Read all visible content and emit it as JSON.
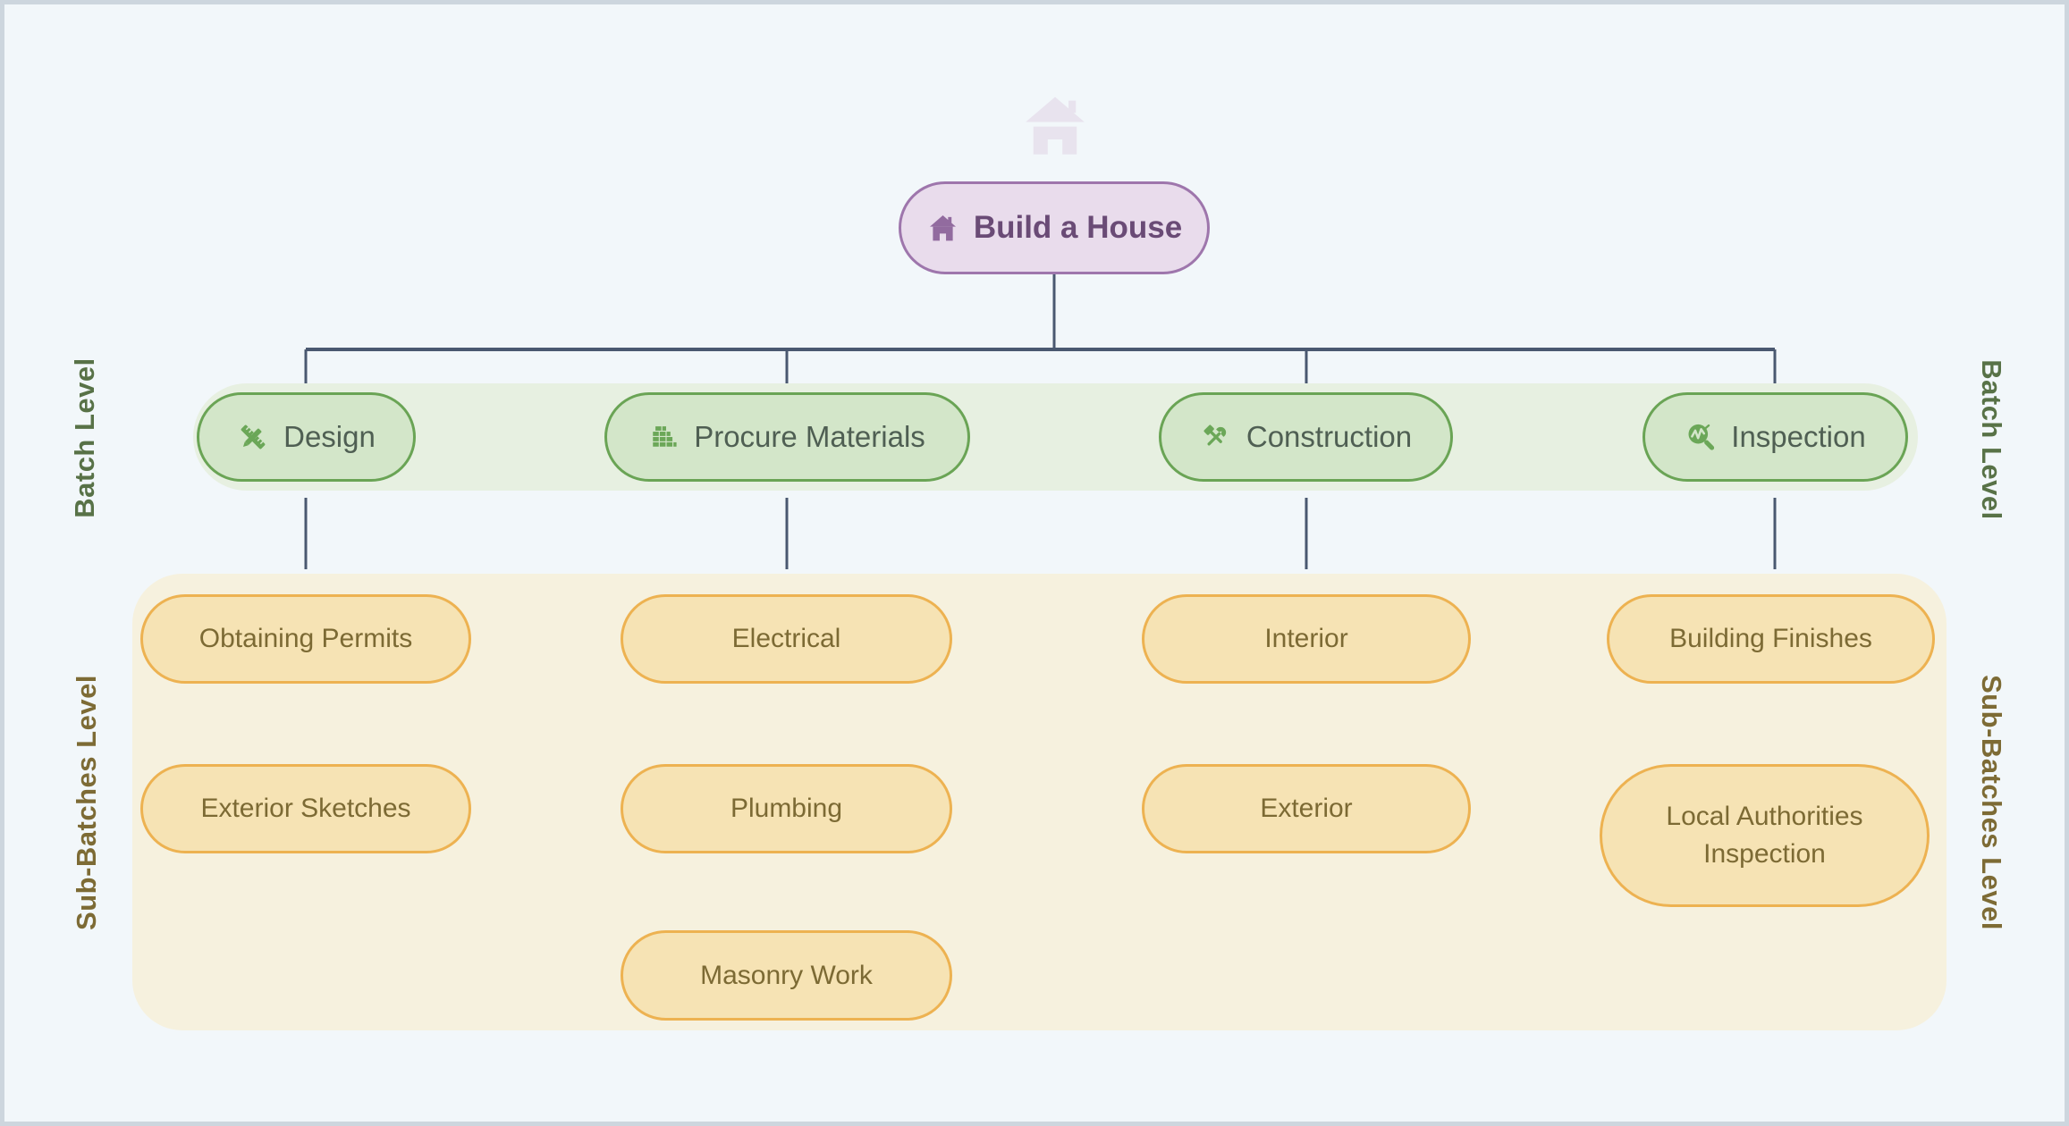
{
  "root": {
    "label": "Build a House",
    "icon": "home-icon"
  },
  "levels": {
    "batch": {
      "left": "Batch Level",
      "right": "Batch Level"
    },
    "sub": {
      "left": "Sub-Batches Level",
      "right": "Sub-Batches Level"
    }
  },
  "batches": [
    {
      "label": "Design",
      "icon": "design-tools-icon"
    },
    {
      "label": "Procure Materials",
      "icon": "bricks-icon"
    },
    {
      "label": "Construction",
      "icon": "hammer-wrench-icon"
    },
    {
      "label": "Inspection",
      "icon": "search-chart-icon"
    }
  ],
  "sub_batches": [
    {
      "batch": "Design",
      "items": [
        "Obtaining Permits",
        "Exterior Sketches"
      ]
    },
    {
      "batch": "Procure Materials",
      "items": [
        "Electrical",
        "Plumbing",
        "Masonry Work"
      ]
    },
    {
      "batch": "Construction",
      "items": [
        "Interior",
        "Exterior"
      ]
    },
    {
      "batch": "Inspection",
      "items": [
        "Building Finishes",
        "Local Authorities Inspection"
      ]
    }
  ],
  "dependencies": [
    {
      "from": "Electrical",
      "to": "Interior",
      "style": "dashed-arrow"
    },
    {
      "from": "Plumbing",
      "to": "Interior",
      "style": "dashed-arrow"
    },
    {
      "from": "Masonry Work",
      "to": "Interior",
      "style": "dashed-arrow"
    }
  ],
  "colors": {
    "page_background": "#f2f7fa",
    "page_border": "#cdd6de",
    "connector": "#4a5870",
    "root_fill": "#e9dcec",
    "root_border": "#9e76ac",
    "root_text": "#6a4b76",
    "batch_band": "#e7f0e1",
    "batch_fill": "#d3e6c9",
    "batch_border": "#6aa455",
    "batch_text": "#4f5f53",
    "batch_icon": "#6ba758",
    "batch_label": "#587247",
    "sub_band": "#f6f1de",
    "sub_fill": "#f6e3b4",
    "sub_border": "#edb251",
    "sub_text": "#7c6a34",
    "sub_label": "#7d6b35",
    "watermark": "#e8e3ee"
  }
}
